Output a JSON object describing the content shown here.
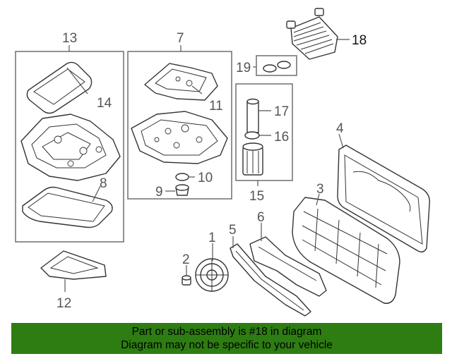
{
  "diagram": {
    "callouts": {
      "p1": "1",
      "p2": "2",
      "p3": "3",
      "p4": "4",
      "p5": "5",
      "p6": "6",
      "p7": "7",
      "p8": "8",
      "p9": "9",
      "p10": "10",
      "p11": "11",
      "p12": "12",
      "p13": "13",
      "p14": "14",
      "p15": "15",
      "p16": "16",
      "p17": "17",
      "p18": "18",
      "p19": "19"
    },
    "highlight_part": "18",
    "highlight_color": "#2e7d12"
  },
  "banner": {
    "line1": "Part or sub-assembly is #18 in diagram",
    "line2": "Diagram may not be specific to your vehicle",
    "background": "#2e7d12"
  }
}
